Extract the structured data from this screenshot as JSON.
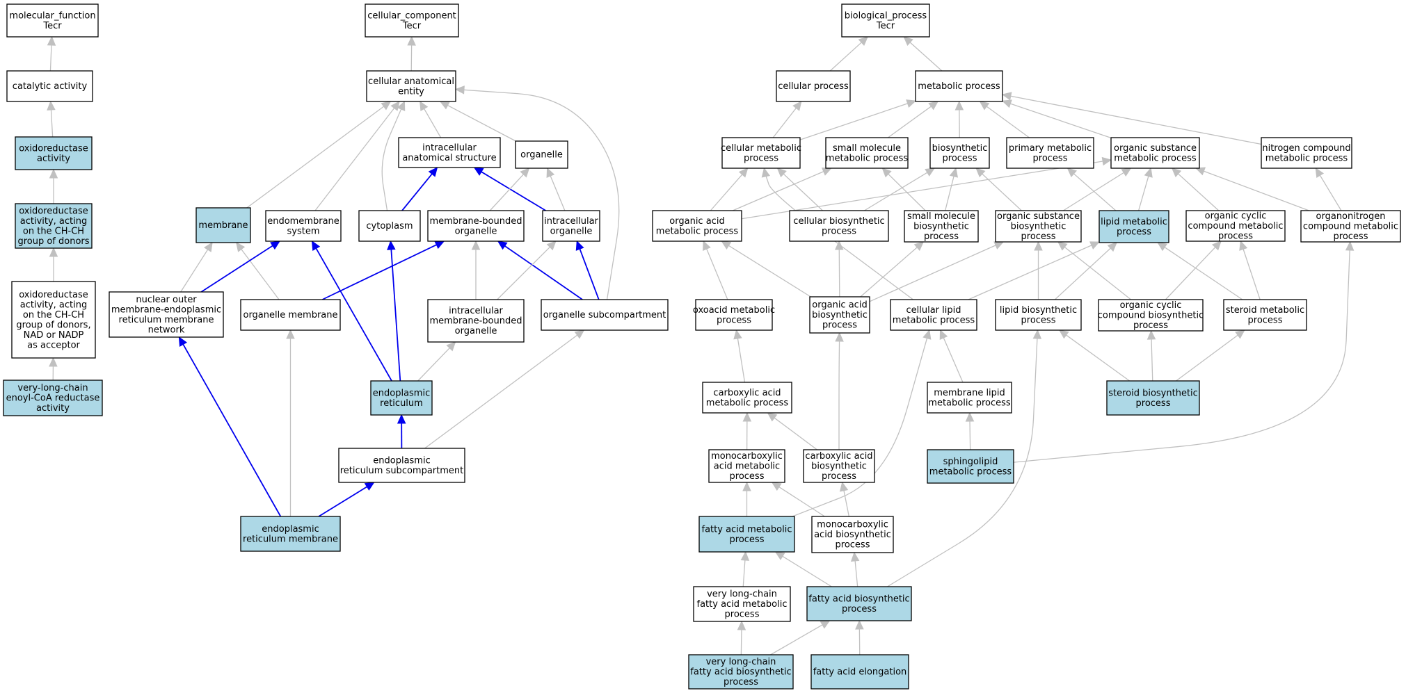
{
  "colors": {
    "highlight": "#add8e6",
    "plain": "#ffffff",
    "edge_gray": "#c0c0c0",
    "edge_blue": "#0000ee",
    "border": "#000000"
  },
  "nodes": [
    {
      "id": "mf",
      "lines": [
        "molecular_function",
        "Tecr"
      ],
      "hl": false
    },
    {
      "id": "ca",
      "lines": [
        "catalytic activity"
      ],
      "hl": false
    },
    {
      "id": "oa",
      "lines": [
        "oxidoreductase",
        "activity"
      ],
      "hl": true
    },
    {
      "id": "oachch",
      "lines": [
        "oxidoreductase",
        "activity, acting",
        "on the CH-CH",
        "group of donors"
      ],
      "hl": true
    },
    {
      "id": "oanad",
      "lines": [
        "oxidoreductase",
        "activity, acting",
        "on the CH-CH",
        "group of donors,",
        "NAD or NADP",
        "as acceptor"
      ],
      "hl": false
    },
    {
      "id": "vlc",
      "lines": [
        "very-long-chain",
        "enoyl-CoA reductase",
        "activity"
      ],
      "hl": true
    },
    {
      "id": "cc",
      "lines": [
        "cellular_component",
        "Tecr"
      ],
      "hl": false
    },
    {
      "id": "cae",
      "lines": [
        "cellular anatomical",
        "entity"
      ],
      "hl": false
    },
    {
      "id": "ias",
      "lines": [
        "intracellular",
        "anatomical structure"
      ],
      "hl": false
    },
    {
      "id": "org",
      "lines": [
        "organelle"
      ],
      "hl": false
    },
    {
      "id": "mem",
      "lines": [
        "membrane"
      ],
      "hl": true
    },
    {
      "id": "ems",
      "lines": [
        "endomembrane",
        "system"
      ],
      "hl": false
    },
    {
      "id": "cyt",
      "lines": [
        "cytoplasm"
      ],
      "hl": false
    },
    {
      "id": "mbo",
      "lines": [
        "membrane-bounded",
        "organelle"
      ],
      "hl": false
    },
    {
      "id": "io",
      "lines": [
        "intracellular",
        "organelle"
      ],
      "hl": false
    },
    {
      "id": "nuc",
      "lines": [
        "nuclear outer",
        "membrane-endoplasmic",
        "reticulum membrane",
        "network"
      ],
      "hl": false
    },
    {
      "id": "om",
      "lines": [
        "organelle membrane"
      ],
      "hl": false
    },
    {
      "id": "imbo",
      "lines": [
        "intracellular",
        "membrane-bounded",
        "organelle"
      ],
      "hl": false
    },
    {
      "id": "osc",
      "lines": [
        "organelle subcompartment"
      ],
      "hl": false
    },
    {
      "id": "er",
      "lines": [
        "endoplasmic",
        "reticulum"
      ],
      "hl": true
    },
    {
      "id": "ersc",
      "lines": [
        "endoplasmic",
        "reticulum subcompartment"
      ],
      "hl": false
    },
    {
      "id": "erm",
      "lines": [
        "endoplasmic",
        "reticulum membrane"
      ],
      "hl": true
    },
    {
      "id": "bp",
      "lines": [
        "biological_process",
        "Tecr"
      ],
      "hl": false
    },
    {
      "id": "cp",
      "lines": [
        "cellular process"
      ],
      "hl": false
    },
    {
      "id": "mp",
      "lines": [
        "metabolic process"
      ],
      "hl": false
    },
    {
      "id": "cmp",
      "lines": [
        "cellular metabolic",
        "process"
      ],
      "hl": false
    },
    {
      "id": "smmp",
      "lines": [
        "small molecule",
        "metabolic process"
      ],
      "hl": false
    },
    {
      "id": "bsp",
      "lines": [
        "biosynthetic",
        "process"
      ],
      "hl": false
    },
    {
      "id": "pmp",
      "lines": [
        "primary metabolic",
        "process"
      ],
      "hl": false
    },
    {
      "id": "osmp",
      "lines": [
        "organic substance",
        "metabolic process"
      ],
      "hl": false
    },
    {
      "id": "ncmp",
      "lines": [
        "nitrogen compound",
        "metabolic process"
      ],
      "hl": false
    },
    {
      "id": "oamp",
      "lines": [
        "organic acid",
        "metabolic process"
      ],
      "hl": false
    },
    {
      "id": "cbp",
      "lines": [
        "cellular biosynthetic",
        "process"
      ],
      "hl": false
    },
    {
      "id": "smbp",
      "lines": [
        "small molecule",
        "biosynthetic",
        "process"
      ],
      "hl": false
    },
    {
      "id": "osbp",
      "lines": [
        "organic substance",
        "biosynthetic",
        "process"
      ],
      "hl": false
    },
    {
      "id": "lmp",
      "lines": [
        "lipid metabolic",
        "process"
      ],
      "hl": true
    },
    {
      "id": "occmp",
      "lines": [
        "organic cyclic",
        "compound metabolic",
        "process"
      ],
      "hl": false
    },
    {
      "id": "onmp",
      "lines": [
        "organonitrogen",
        "compound metabolic",
        "process"
      ],
      "hl": false
    },
    {
      "id": "oxmp",
      "lines": [
        "oxoacid metabolic",
        "process"
      ],
      "hl": false
    },
    {
      "id": "oabp",
      "lines": [
        "organic acid",
        "biosynthetic",
        "process"
      ],
      "hl": false
    },
    {
      "id": "clmp",
      "lines": [
        "cellular lipid",
        "metabolic process"
      ],
      "hl": false
    },
    {
      "id": "lbp",
      "lines": [
        "lipid biosynthetic",
        "process"
      ],
      "hl": false
    },
    {
      "id": "occbp",
      "lines": [
        "organic cyclic",
        "compound biosynthetic",
        "process"
      ],
      "hl": false
    },
    {
      "id": "stmp",
      "lines": [
        "steroid metabolic",
        "process"
      ],
      "hl": false
    },
    {
      "id": "camp",
      "lines": [
        "carboxylic acid",
        "metabolic process"
      ],
      "hl": false
    },
    {
      "id": "mlmp",
      "lines": [
        "membrane lipid",
        "metabolic process"
      ],
      "hl": false
    },
    {
      "id": "stbp",
      "lines": [
        "steroid biosynthetic",
        "process"
      ],
      "hl": true
    },
    {
      "id": "mcamp",
      "lines": [
        "monocarboxylic",
        "acid metabolic",
        "process"
      ],
      "hl": false
    },
    {
      "id": "cabp",
      "lines": [
        "carboxylic acid",
        "biosynthetic",
        "process"
      ],
      "hl": false
    },
    {
      "id": "splmp",
      "lines": [
        "sphingolipid",
        "metabolic process"
      ],
      "hl": true
    },
    {
      "id": "famp",
      "lines": [
        "fatty acid metabolic",
        "process"
      ],
      "hl": true
    },
    {
      "id": "mcabp",
      "lines": [
        "monocarboxylic",
        "acid biosynthetic",
        "process"
      ],
      "hl": false
    },
    {
      "id": "vlcfamp",
      "lines": [
        "very long-chain",
        "fatty acid metabolic",
        "process"
      ],
      "hl": false
    },
    {
      "id": "fabp",
      "lines": [
        "fatty acid biosynthetic",
        "process"
      ],
      "hl": true
    },
    {
      "id": "vlcfabp",
      "lines": [
        "very long-chain",
        "fatty acid biosynthetic",
        "process"
      ],
      "hl": true
    },
    {
      "id": "fae",
      "lines": [
        "fatty acid elongation"
      ],
      "hl": true
    }
  ],
  "edges": [
    [
      "ca",
      "mf",
      "g"
    ],
    [
      "oa",
      "ca",
      "g"
    ],
    [
      "oachch",
      "oa",
      "g"
    ],
    [
      "oanad",
      "oachch",
      "g"
    ],
    [
      "vlc",
      "oanad",
      "g"
    ],
    [
      "cae",
      "cc",
      "g"
    ],
    [
      "ias",
      "cae",
      "g"
    ],
    [
      "org",
      "cae",
      "g"
    ],
    [
      "mem",
      "cae",
      "g"
    ],
    [
      "ems",
      "cae",
      "g"
    ],
    [
      "cyt",
      "cae",
      "g"
    ],
    [
      "osc",
      "cae",
      "g"
    ],
    [
      "cyt",
      "ias",
      "b"
    ],
    [
      "io",
      "ias",
      "b"
    ],
    [
      "mbo",
      "org",
      "g"
    ],
    [
      "io",
      "org",
      "g"
    ],
    [
      "nuc",
      "mem",
      "g"
    ],
    [
      "om",
      "mem",
      "g"
    ],
    [
      "nuc",
      "ems",
      "b"
    ],
    [
      "om",
      "mbo",
      "b"
    ],
    [
      "er",
      "ems",
      "b"
    ],
    [
      "er",
      "cyt",
      "b"
    ],
    [
      "er",
      "imbo",
      "g"
    ],
    [
      "osc",
      "mbo",
      "b"
    ],
    [
      "osc",
      "io",
      "b"
    ],
    [
      "imbo",
      "mbo",
      "g"
    ],
    [
      "imbo",
      "io",
      "g"
    ],
    [
      "erm",
      "om",
      "g"
    ],
    [
      "erm",
      "nuc",
      "b"
    ],
    [
      "ersc",
      "er",
      "b"
    ],
    [
      "ersc",
      "osc",
      "g"
    ],
    [
      "erm",
      "ersc",
      "b"
    ],
    [
      "cp",
      "bp",
      "g"
    ],
    [
      "mp",
      "bp",
      "g"
    ],
    [
      "cmp",
      "cp",
      "g"
    ],
    [
      "cmp",
      "mp",
      "g"
    ],
    [
      "smmp",
      "mp",
      "g"
    ],
    [
      "bsp",
      "mp",
      "g"
    ],
    [
      "pmp",
      "mp",
      "g"
    ],
    [
      "osmp",
      "mp",
      "g"
    ],
    [
      "ncmp",
      "mp",
      "g"
    ],
    [
      "oamp",
      "cmp",
      "g"
    ],
    [
      "oamp",
      "smmp",
      "g"
    ],
    [
      "oamp",
      "osmp",
      "g"
    ],
    [
      "cbp",
      "cmp",
      "g"
    ],
    [
      "cbp",
      "bsp",
      "g"
    ],
    [
      "smbp",
      "smmp",
      "g"
    ],
    [
      "smbp",
      "bsp",
      "g"
    ],
    [
      "osbp",
      "bsp",
      "g"
    ],
    [
      "osbp",
      "osmp",
      "g"
    ],
    [
      "lmp",
      "pmp",
      "g"
    ],
    [
      "lmp",
      "osmp",
      "g"
    ],
    [
      "occmp",
      "osmp",
      "g"
    ],
    [
      "onmp",
      "osmp",
      "g"
    ],
    [
      "onmp",
      "ncmp",
      "g"
    ],
    [
      "oxmp",
      "oamp",
      "g"
    ],
    [
      "oabp",
      "oamp",
      "g"
    ],
    [
      "oabp",
      "cbp",
      "g"
    ],
    [
      "oabp",
      "smbp",
      "g"
    ],
    [
      "oabp",
      "osbp",
      "g"
    ],
    [
      "clmp",
      "cmp",
      "g"
    ],
    [
      "clmp",
      "lmp",
      "g"
    ],
    [
      "lbp",
      "osbp",
      "g"
    ],
    [
      "lbp",
      "lmp",
      "g"
    ],
    [
      "occbp",
      "osbp",
      "g"
    ],
    [
      "occbp",
      "occmp",
      "g"
    ],
    [
      "stmp",
      "lmp",
      "g"
    ],
    [
      "stmp",
      "occmp",
      "g"
    ],
    [
      "camp",
      "oxmp",
      "g"
    ],
    [
      "mlmp",
      "clmp",
      "g"
    ],
    [
      "stbp",
      "lbp",
      "g"
    ],
    [
      "stbp",
      "occbp",
      "g"
    ],
    [
      "stbp",
      "stmp",
      "g"
    ],
    [
      "mcamp",
      "camp",
      "g"
    ],
    [
      "cabp",
      "camp",
      "g"
    ],
    [
      "cabp",
      "oabp",
      "g"
    ],
    [
      "splmp",
      "mlmp",
      "g"
    ],
    [
      "splmp",
      "onmp",
      "g"
    ],
    [
      "famp",
      "mcamp",
      "g"
    ],
    [
      "famp",
      "clmp",
      "g"
    ],
    [
      "mcabp",
      "mcamp",
      "g"
    ],
    [
      "mcabp",
      "cabp",
      "g"
    ],
    [
      "vlcfamp",
      "famp",
      "g"
    ],
    [
      "fabp",
      "famp",
      "g"
    ],
    [
      "fabp",
      "mcabp",
      "g"
    ],
    [
      "fabp",
      "lbp",
      "g"
    ],
    [
      "vlcfabp",
      "vlcfamp",
      "g"
    ],
    [
      "vlcfabp",
      "fabp",
      "g"
    ],
    [
      "fae",
      "fabp",
      "g"
    ]
  ]
}
